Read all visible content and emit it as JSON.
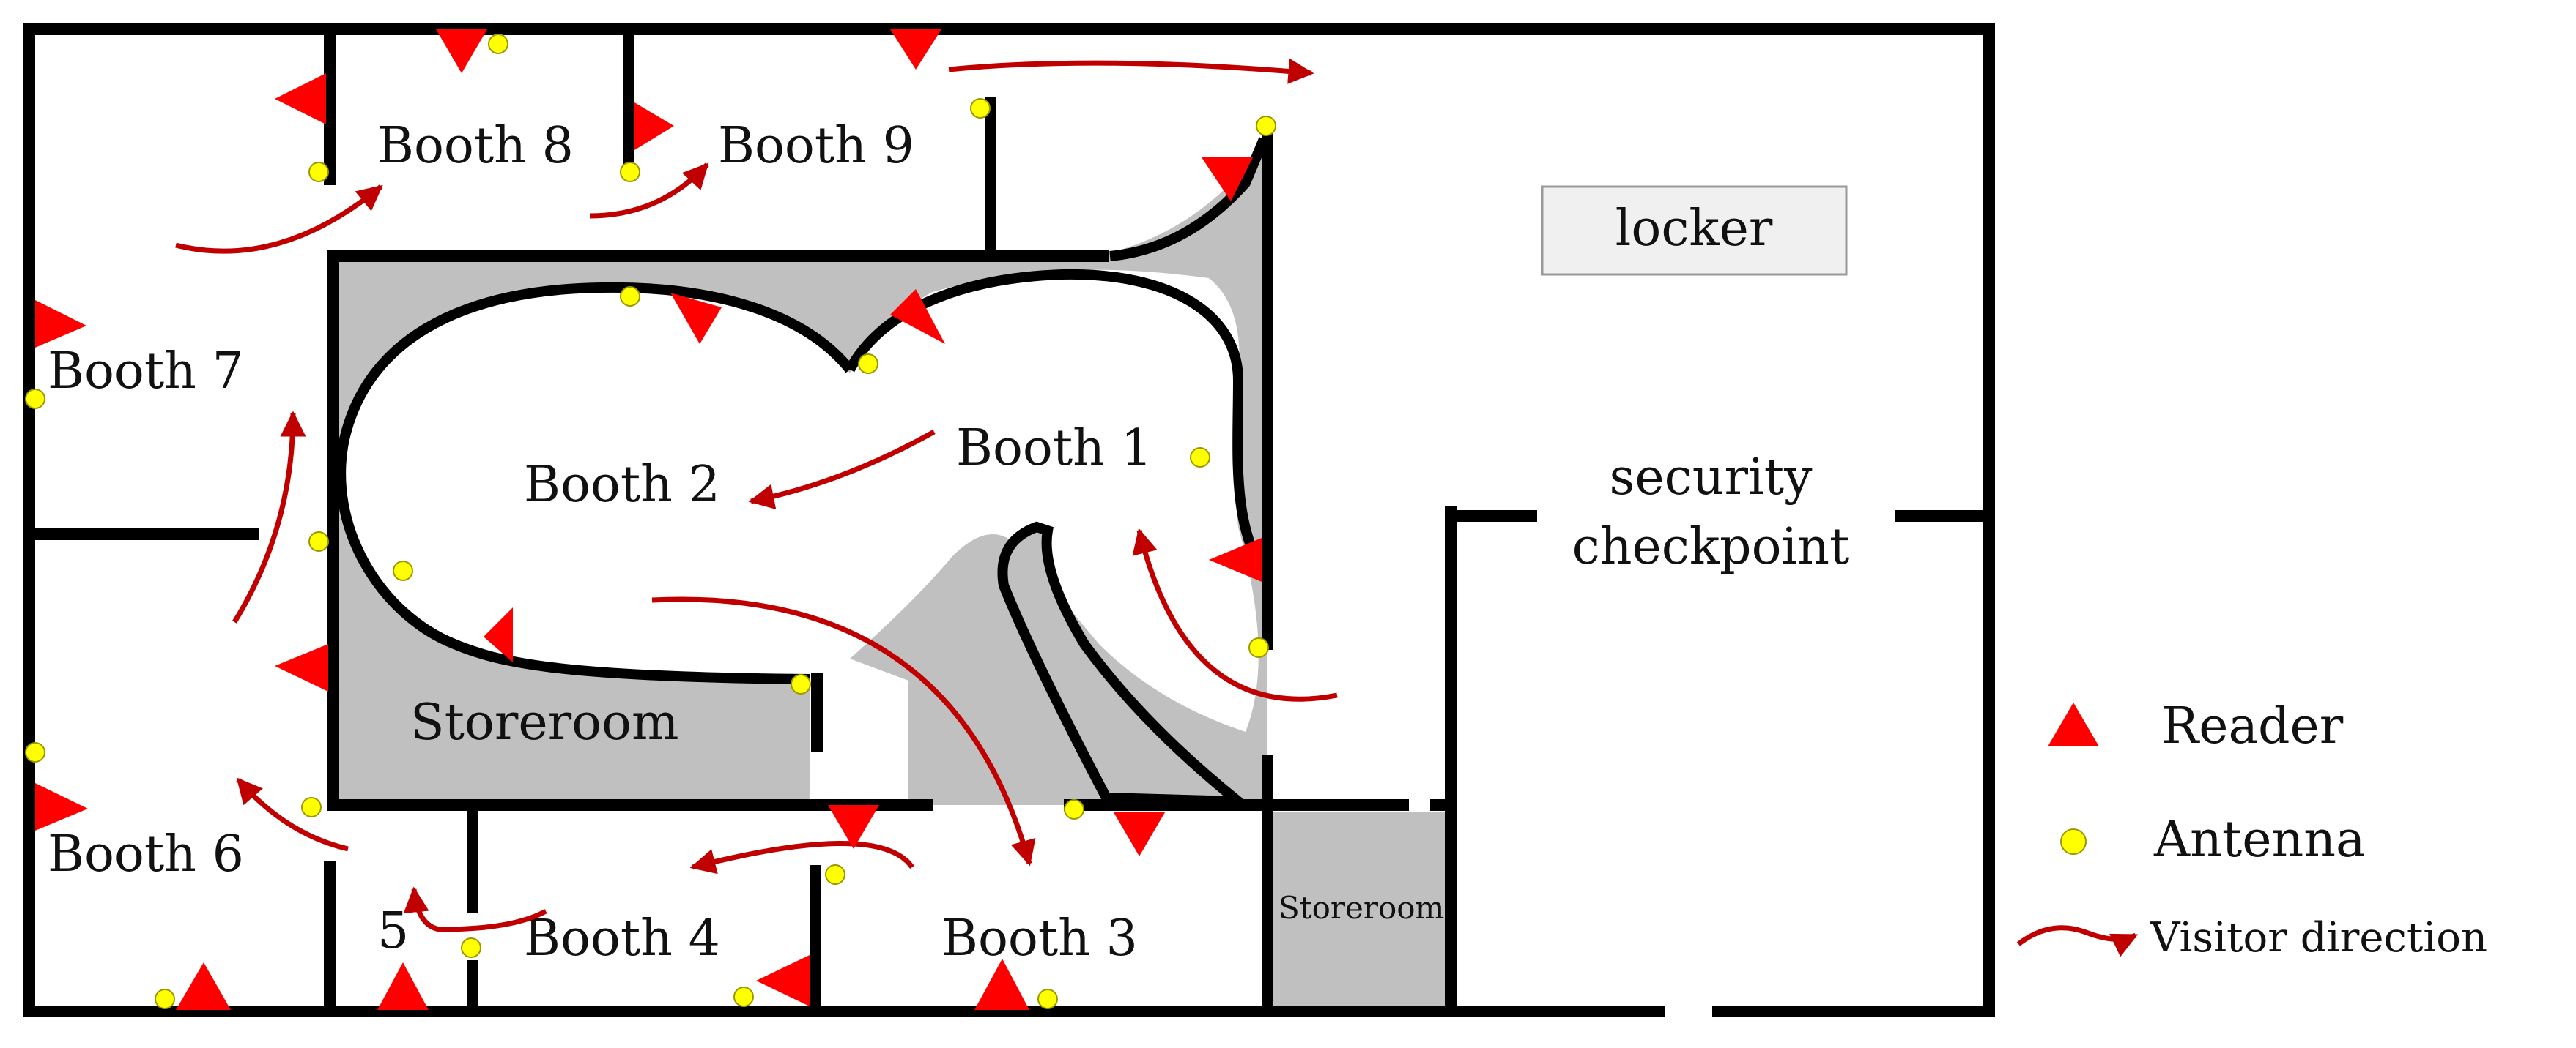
{
  "rooms": {
    "booth1": "Booth 1",
    "booth2": "Booth 2",
    "booth3": "Booth 3",
    "booth4": "Booth 4",
    "booth5": "5",
    "booth6": "Booth 6",
    "booth7": "Booth 7",
    "booth8": "Booth 8",
    "booth9": "Booth 9",
    "storeroom_main": "Storeroom",
    "storeroom_small": "Storeroom",
    "locker": "locker",
    "security_line1": "security",
    "security_line2": "checkpoint"
  },
  "legend": {
    "reader": "Reader",
    "antenna": "Antenna",
    "visitor_direction": "Visitor direction"
  },
  "colors": {
    "wall": "#000000",
    "fill": "#c0c0c0",
    "reader": "#ff0000",
    "antenna": "#ffff00",
    "arrow": "#c00000",
    "locker_fill": "#f0f0f0"
  }
}
